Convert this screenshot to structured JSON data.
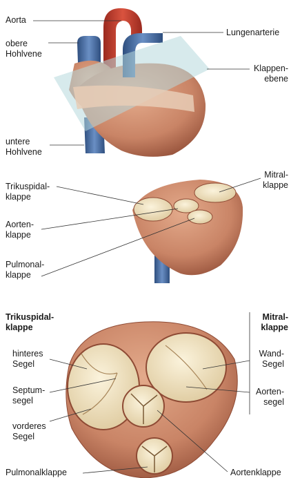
{
  "panel_top": {
    "aorta": "Aorta",
    "vena_cava_superior": [
      "obere",
      "Hohlvene"
    ],
    "pulmonary_artery": "Lungenarterie",
    "valve_plane": [
      "Klappen-",
      "ebene"
    ],
    "vena_cava_inferior": [
      "untere",
      "Hohlvene"
    ]
  },
  "panel_middle": {
    "tricuspid": [
      "Trikuspidal-",
      "klappe"
    ],
    "mitral": [
      "Mitral-",
      "klappe"
    ],
    "aortic": [
      "Aorten-",
      "klappe"
    ],
    "pulmonary": [
      "Pulmonal-",
      "klappe"
    ]
  },
  "panel_bottom": {
    "tricuspid_heading": [
      "Trikuspidal-",
      "klappe"
    ],
    "mitral_heading": [
      "Mitral-",
      "klappe"
    ],
    "posterior_leaflet": [
      "hinteres",
      "Segel"
    ],
    "septal_leaflet": [
      "Septum-",
      "segel"
    ],
    "anterior_leaflet": [
      "vorderes",
      "Segel"
    ],
    "mural_leaflet": [
      "Wand-",
      "Segel"
    ],
    "aortic_leaflet": [
      "Aorten-",
      "segel"
    ],
    "pulmonary_valve": "Pulmonalklappe",
    "aortic_valve": "Aortenklappe"
  },
  "colors": {
    "muscle": "#c98466",
    "muscle_dark": "#8e4a34",
    "aorta_red": "#c0392b",
    "vein_blue": "#4a6fa5",
    "valve_cream": "#efe2bf",
    "plane": "#b7d8dc"
  }
}
